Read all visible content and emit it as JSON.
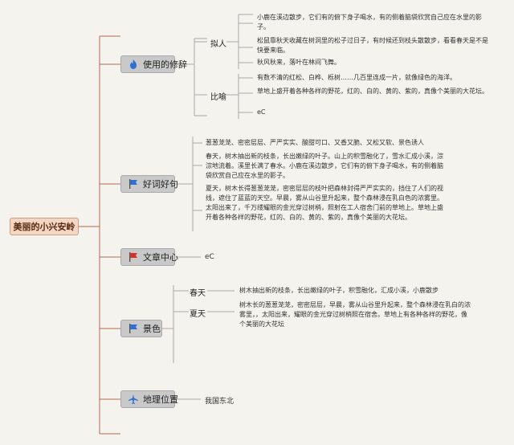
{
  "root": {
    "label": "美丽的小兴安岭"
  },
  "colors": {
    "line": "#b36a50",
    "root_bg": "#f4d6c4",
    "branch_bg": "#c9c9c9",
    "flag_red": "#d93025",
    "flag_blue": "#2f6fd6"
  },
  "branches": [
    {
      "label": "使用的修辞",
      "icon": "flame-icon",
      "subs": [
        {
          "label": "拟人",
          "leaves": [
            "小鹿在溪边散步，它们有的俯下身子喝水，有的侧着脑袋欣赏自己应在水里的影子。",
            "松鼠靠秋天收藏在树洞里的松子过日子，有时候还到枝头散散步，看看春天是不是快要来临。",
            "秋风秋来，落叶在林间飞舞。"
          ]
        },
        {
          "label": "比喻",
          "leaves": [
            "有数不清的红松、白桦、栎树……几百里连成一片，就像绿色的海洋。",
            "草地上盛开着各种各样的野花，红的、白的、黄的、紫的，真像个美丽的大花坛。",
            "eC"
          ]
        }
      ]
    },
    {
      "label": "好词好句",
      "icon": "flag-blue-icon",
      "leaves": [
        "葱葱茏茏、密密层层、严严实实、酸甜可口、又香又脆、又松又软、景色诱人",
        "春天，树木抽出新的枝条，长出嫩绿的叶子。山上的积雪融化了，雪水汇成小溪，淙淙地流着。溪里长满了春水。小鹿在溪边散步，它们有的俯下身子喝水，有的侧着脑袋欣赏自己应在水里的影子。",
        "夏天，树木长得葱葱茏茏，密密层层的枝叶把森林封得严严实实的，挡住了人们的视线，遮住了蓝蓝的天空。早晨，雾从山谷里升起来，整个森林浸在乳白色的浓雾里。太阳出来了，千万缕耀眼的金光穿过树梢，照射在工人宿舍门前的草地上。草地上盛开着各种各样的野花，红的、白的、黄的、紫的，真像个美丽的大花坛。"
      ]
    },
    {
      "label": "文章中心",
      "icon": "flag-red-icon",
      "leaves": [
        "eC"
      ]
    },
    {
      "label": "景色",
      "icon": "flag-blue-icon",
      "subs": [
        {
          "label": "春天",
          "leaves": [
            "树木抽出新的枝条，长出嫩绿的叶子，积雪融化，汇成小溪，小鹿散步"
          ]
        },
        {
          "label": "夏天",
          "leaves": [
            "树木长的葱葱茏茏，密密层层，早晨，雾从山谷里升起来，整个森林浸在乳白的浓雾里，，太阳出来，耀眼的金光穿过树梢照在宿舍。草地上有各种各样的野花，像个美丽的大花坛"
          ]
        }
      ]
    },
    {
      "label": "地理位置",
      "icon": "plane-icon",
      "leaves": [
        "我国东北"
      ]
    }
  ]
}
